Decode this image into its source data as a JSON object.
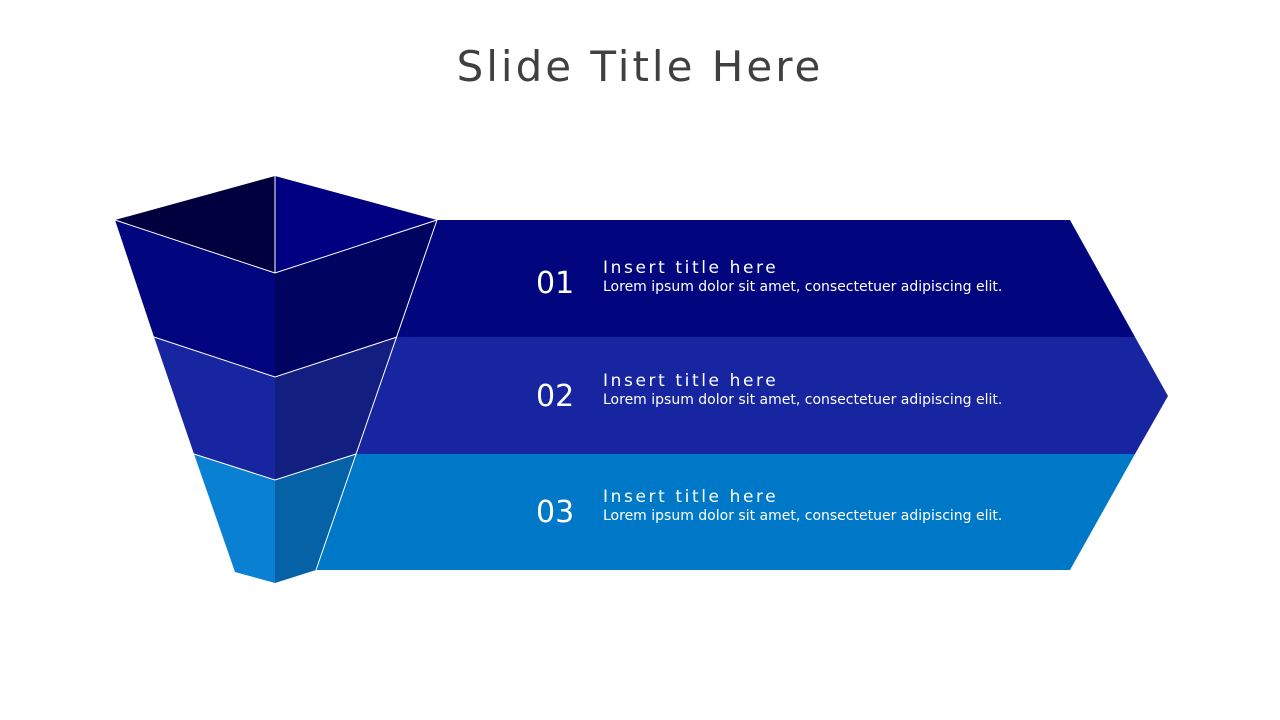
{
  "slide": {
    "title": "Slide Title Here"
  },
  "colors": {
    "band1": "#02067e",
    "band2": "#1726a0",
    "band3": "#0078c8",
    "funnel1_left": "#02067e",
    "funnel1_right": "#010360",
    "funnel2_left": "#1726a0",
    "funnel2_right": "#131f80",
    "funnel3_left": "#0a80d2",
    "funnel3_right": "#0562a6",
    "top_left": "#00003f",
    "top_right": "#000080"
  },
  "items": [
    {
      "number": "01",
      "title": "Insert title here",
      "text": "Lorem ipsum dolor sit amet, consectetuer adipiscing elit."
    },
    {
      "number": "02",
      "title": "Insert title here",
      "text": "Lorem ipsum dolor sit amet, consectetuer adipiscing elit."
    },
    {
      "number": "03",
      "title": "Insert title here",
      "text": "Lorem ipsum dolor sit amet, consectetuer adipiscing elit."
    }
  ]
}
